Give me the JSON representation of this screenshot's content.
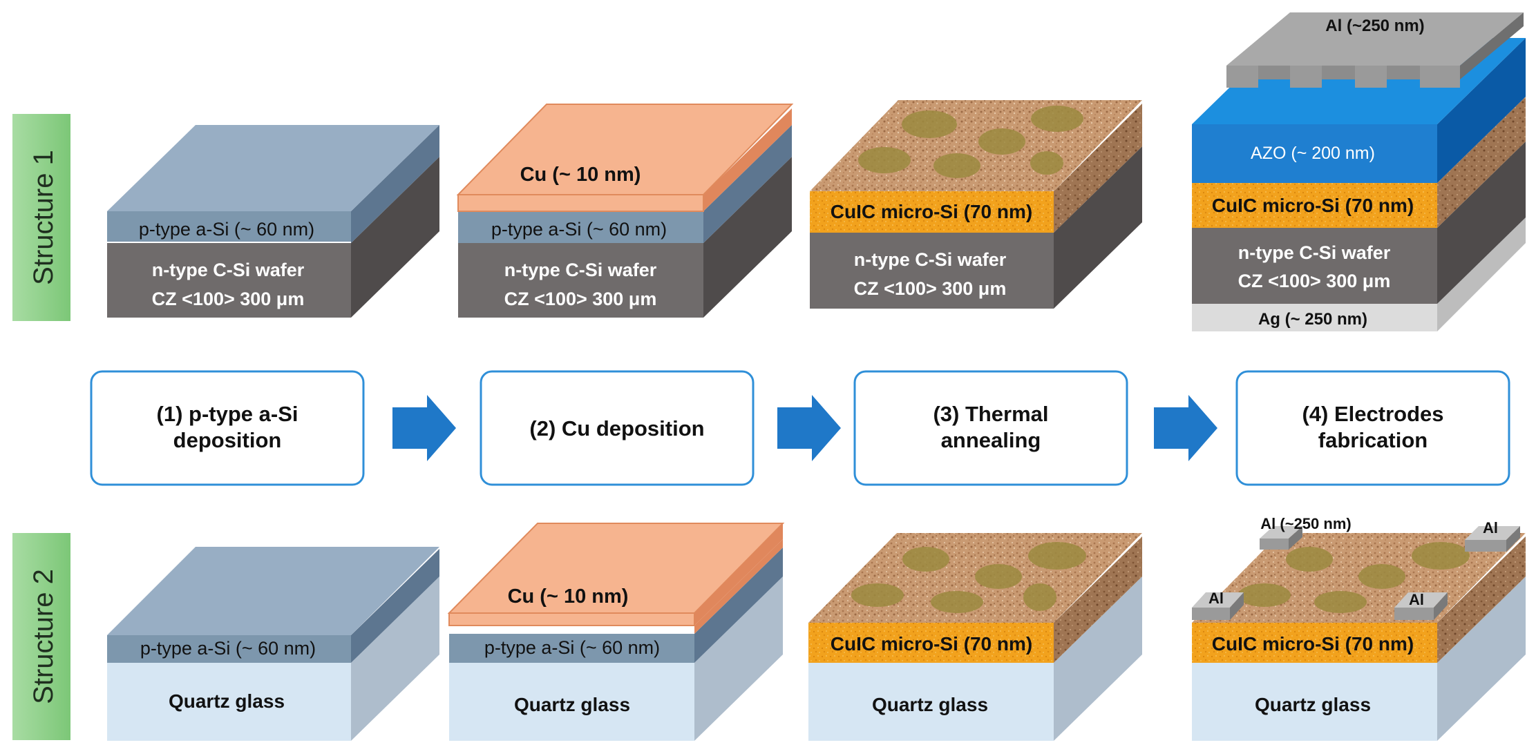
{
  "structure1": {
    "label": "Structure 1",
    "block1": {
      "asi": "p-type a-Si (~ 60 nm)",
      "wafer1": "n-type C-Si wafer",
      "wafer2": "CZ <100> 300 μm"
    },
    "block2": {
      "cu": "Cu (~ 10 nm)",
      "asi": "p-type a-Si (~ 60 nm)",
      "wafer1": "n-type C-Si wafer",
      "wafer2": "CZ <100> 300 μm"
    },
    "block3": {
      "culc": "CuIC micro-Si (70 nm)",
      "wafer1": "n-type C-Si wafer",
      "wafer2": "CZ <100> 300 μm"
    },
    "block4": {
      "al": "Al (~250 nm)",
      "azo": "AZO (~ 200 nm)",
      "culc": "CuIC micro-Si (70 nm)",
      "wafer1": "n-type C-Si wafer",
      "wafer2": "CZ <100> 300 μm",
      "ag": "Ag (~ 250 nm)"
    }
  },
  "steps": [
    {
      "line1": "(1) p-type a-Si",
      "line2": "deposition"
    },
    {
      "line1": "(2) Cu deposition",
      "line2": ""
    },
    {
      "line1": "(3) Thermal",
      "line2": "annealing"
    },
    {
      "line1": "(4) Electrodes",
      "line2": "fabrication"
    }
  ],
  "structure2": {
    "label": "Structure 2",
    "block1": {
      "asi": "p-type a-Si (~ 60 nm)",
      "glass": "Quartz glass"
    },
    "block2": {
      "cu": "Cu (~ 10 nm)",
      "asi": "p-type a-Si (~ 60 nm)",
      "glass": "Quartz glass"
    },
    "block3": {
      "culc": "CuIC micro-Si (70 nm)",
      "glass": "Quartz glass"
    },
    "block4": {
      "al_top_left": "Al (~250 nm)",
      "al_top_right": "Al",
      "al_bottom_left": "Al",
      "al_bottom_right": "Al",
      "culc": "CuIC micro-Si (70 nm)",
      "glass": "Quartz glass"
    }
  },
  "colors": {
    "green_label": "#8fd08a",
    "asi_front": "#7d97ad",
    "asi_top": "#98aec4",
    "wafer_front": "#6f6b6b",
    "cu": "#f6b48f",
    "culc_front": "#f2a21d",
    "azo_front": "#1f7fd0",
    "step_border": "#2f8fd8",
    "arrow": "#1f78c8",
    "glass_front": "#d6e6f3"
  }
}
